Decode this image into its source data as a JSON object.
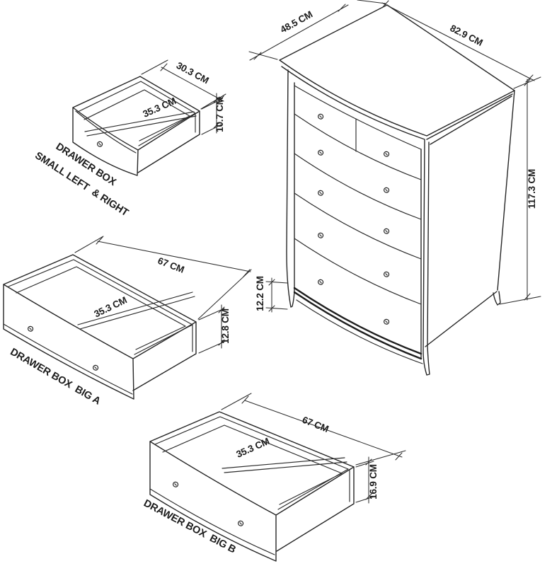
{
  "diagram": {
    "chest": {
      "depth": "48.5 CM",
      "width": "82.9 CM",
      "height": "117.3 CM",
      "leg_height": "12.2 CM"
    },
    "small_box": {
      "label_line1": "DRAWER BOX",
      "label_line2": "SMALL LEFT  & RIGHT",
      "width": "30.3 CM",
      "inner_depth": "35.3 CM",
      "height": "10.7 CM"
    },
    "big_box_a": {
      "label": "DRAWER BOX  BIG A",
      "width": "67 CM",
      "inner_depth": "35.3 CM",
      "height": "12.8 CM"
    },
    "big_box_b": {
      "label": "DRAWER BOX  BIG B",
      "width": "67 CM",
      "inner_depth": "35.3 CM",
      "height": "16.9 CM"
    }
  }
}
